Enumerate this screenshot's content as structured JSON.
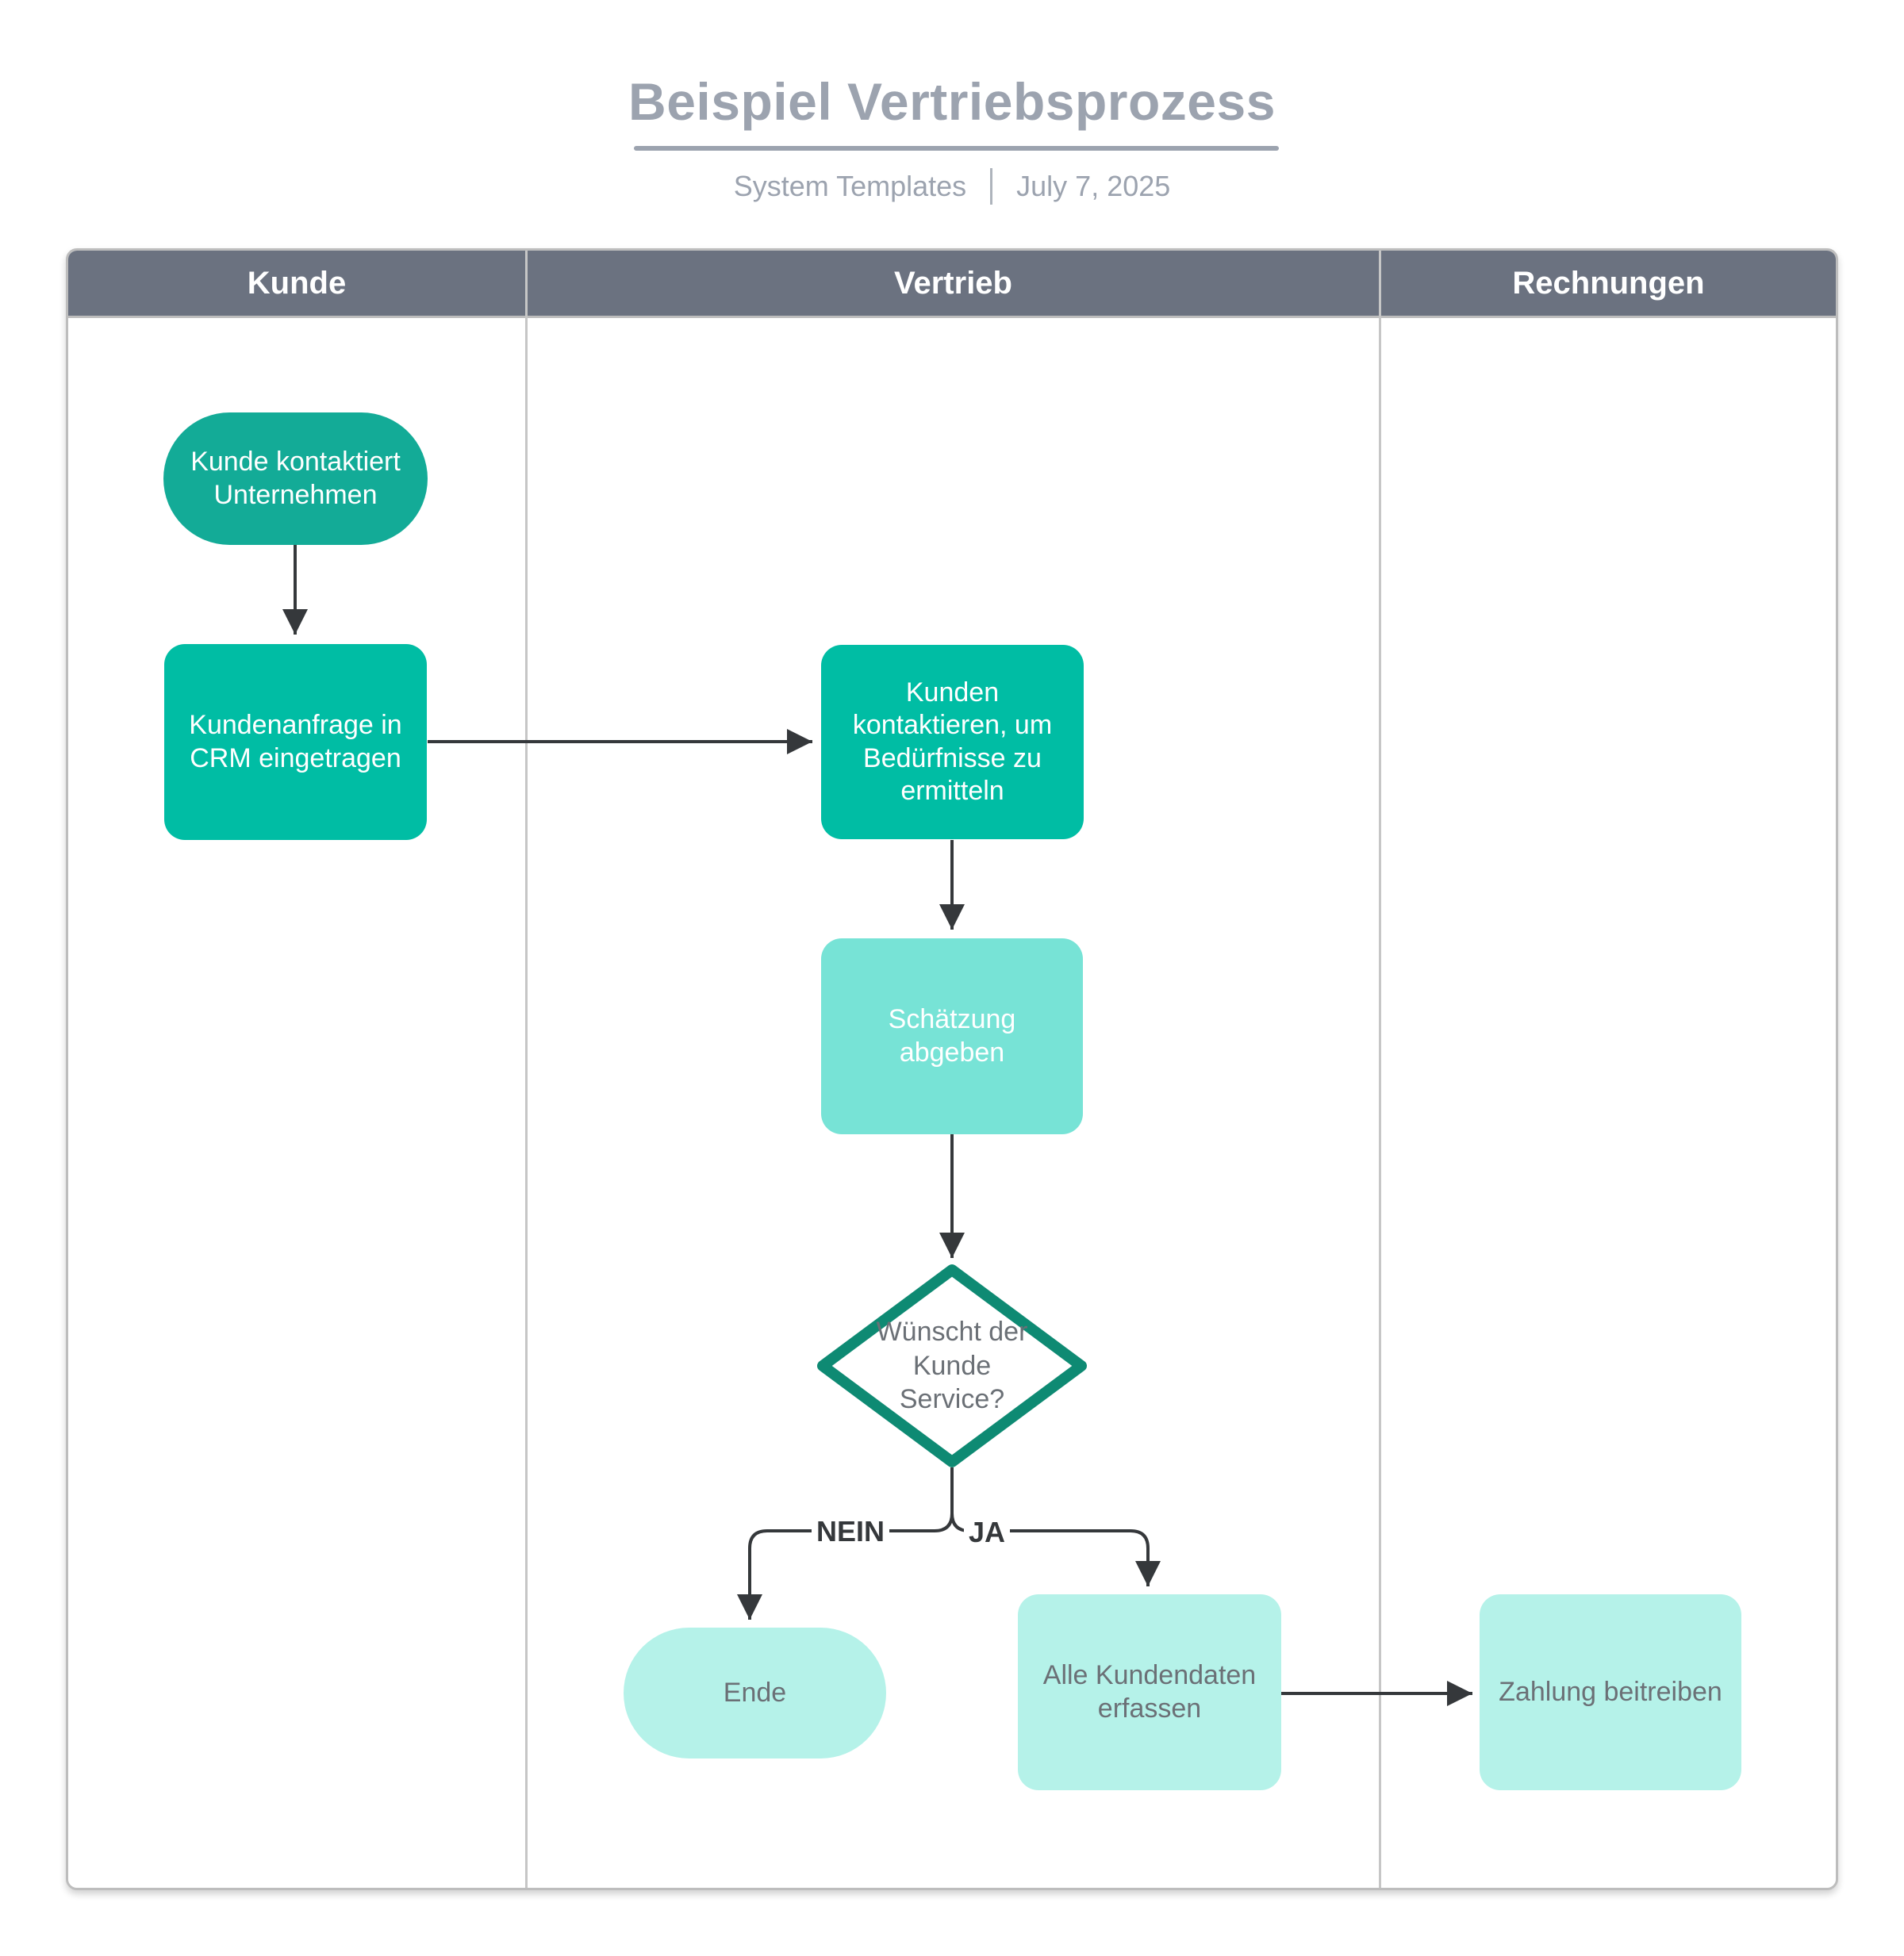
{
  "header": {
    "title": "Beispiel Vertriebsprozess",
    "byline": "System Templates",
    "date": "July 7, 2025"
  },
  "lanes": [
    {
      "label": "Kunde"
    },
    {
      "label": "Vertrieb"
    },
    {
      "label": "Rechnungen"
    }
  ],
  "nodes": {
    "start": {
      "label": "Kunde kontaktiert Unternehmen",
      "shape": "terminator",
      "fill": "#13AB97",
      "text_color": "#FFFFFF"
    },
    "crm": {
      "label": "Kundenanfrage in CRM eingetragen",
      "shape": "process",
      "fill": "#00BDA4",
      "text_color": "#FFFFFF"
    },
    "contact": {
      "label": "Kunden kontaktieren, um Bedürfnisse zu ermitteln",
      "shape": "process",
      "fill": "#00BDA4",
      "text_color": "#FFFFFF"
    },
    "estimate": {
      "label": "Schätzung abgeben",
      "shape": "process",
      "fill": "#77E3D6",
      "text_color": "#FFFFFF"
    },
    "decision": {
      "label": "Wünscht der Kunde Service?",
      "shape": "decision",
      "fill": "#FFFFFF",
      "border_color": "#0E8A73",
      "text_color": "#6B7076"
    },
    "ende": {
      "label": "Ende",
      "shape": "terminator",
      "fill": "#B5F2E9",
      "text_color": "#6B7076"
    },
    "collect": {
      "label": "Alle Kundendaten erfassen",
      "shape": "process",
      "fill": "#B5F2E9",
      "text_color": "#6B7076"
    },
    "payment": {
      "label": "Zahlung beitreiben",
      "shape": "process",
      "fill": "#B5F2E9",
      "text_color": "#6B7076"
    }
  },
  "edges": {
    "no_label": "NEIN",
    "yes_label": "JA"
  },
  "colors": {
    "title_gray": "#9CA3AF",
    "lane_header_bg": "#6B7280",
    "lane_header_text": "#FFFFFF",
    "table_border": "#BDBDBD",
    "lane_divider": "#C6C6C6",
    "arrow": "#35383B",
    "decision_border": "#0E8A73"
  }
}
